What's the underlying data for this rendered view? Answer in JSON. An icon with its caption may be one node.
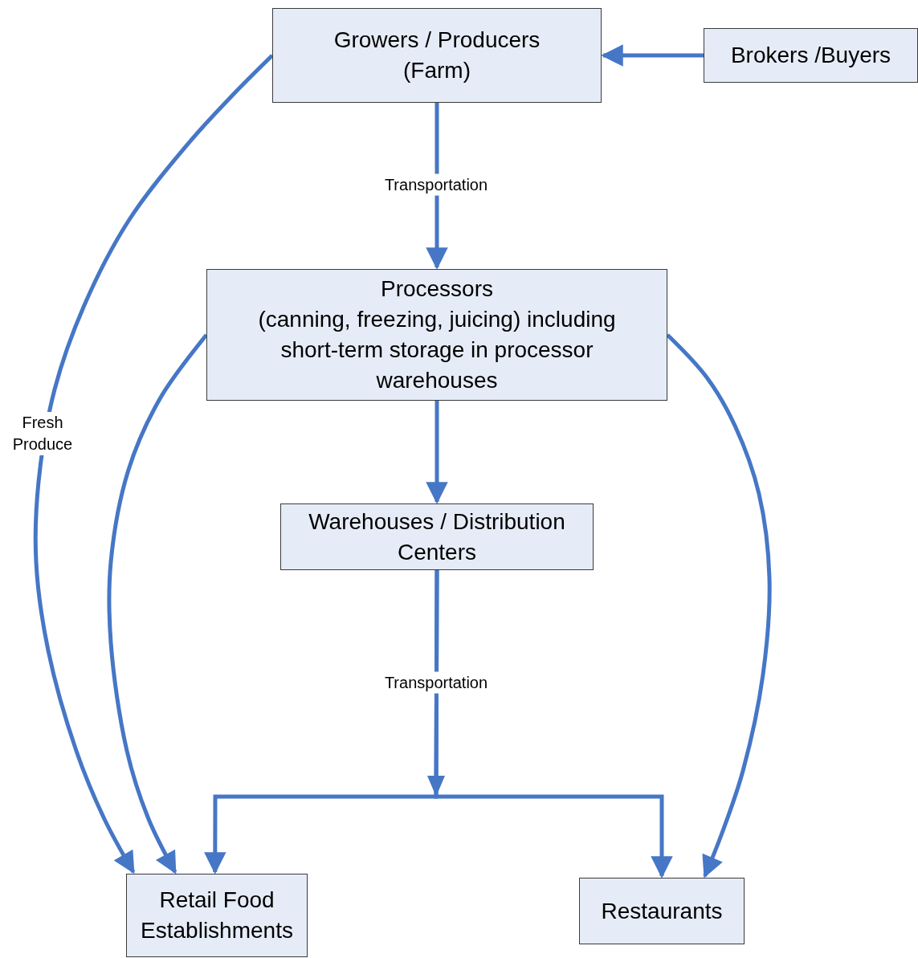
{
  "diagram": {
    "nodes": [
      {
        "text": [
          "Growers / Producers (Farm)"
        ]
      },
      {
        "text": [
          "Brokers /Buyers"
        ]
      },
      {
        "text": [
          "Processors",
          "(canning, freezing, juicing) including short-term storage in processor warehouses"
        ]
      },
      {
        "text": [
          "Warehouses / Distribution Centers"
        ]
      },
      {
        "text": [
          "Retail Food Establishments"
        ]
      },
      {
        "text": [
          "Restaurants"
        ]
      }
    ],
    "edges": [
      {
        "from": 1,
        "to": 0,
        "arrow": "to"
      },
      {
        "from": 0,
        "to": 2,
        "arrow": "to",
        "label": "Transportation"
      },
      {
        "from": 0,
        "to": 4,
        "arrow": "to",
        "label": "Fresh Produce"
      },
      {
        "from": 2,
        "to": 4,
        "arrow": "to"
      },
      {
        "from": 2,
        "to": 5,
        "arrow": "to"
      },
      {
        "from": 2,
        "to": 3,
        "arrow": "to"
      },
      {
        "from": 3,
        "to": 4,
        "arrow": "to",
        "label": "Transportation"
      },
      {
        "from": 3,
        "to": 5,
        "arrow": "to"
      }
    ]
  }
}
